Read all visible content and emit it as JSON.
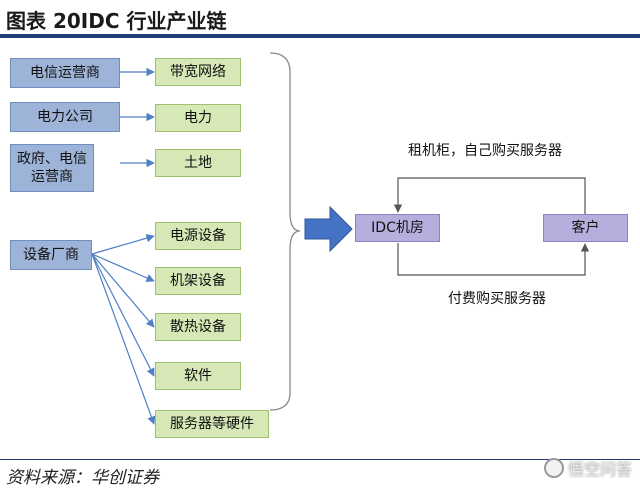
{
  "title": "图表 20IDC 行业产业链",
  "suppliers": [
    "电信运营商",
    "电力公司",
    "政府、电信运营商",
    "设备厂商"
  ],
  "resources": [
    "带宽网络",
    "电力",
    "土地",
    "电源设备",
    "机架设备",
    "散热设备",
    "软件",
    "服务器等硬件"
  ],
  "idc": "IDC机房",
  "customer": "客户",
  "top_label": "租机柜，自己购买服务器",
  "bottom_label": "付费购买服务器",
  "source": "资料来源：华创证券",
  "watermark": "悟空问答",
  "colors": {
    "supplier": "#9db3d8",
    "resource": "#d5e8b5",
    "idc": "#b7aedd",
    "arrow": "#4472c4",
    "title_rule": "#1c3f78"
  }
}
